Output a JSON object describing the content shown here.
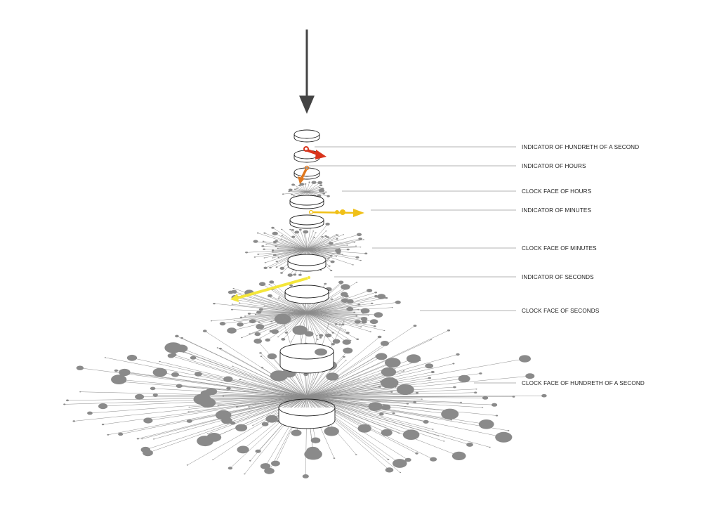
{
  "labels": {
    "indicator_hundredth": "INDICATOR OF HUNDRETH OF A SECOND",
    "indicator_hours": "INDICATOR OF HOURS",
    "clock_face_hours": "CLOCK FACE OF HOURS",
    "indicator_minutes": "INDICATOR OF MINUTES",
    "clock_face_minutes": "CLOCK FACE OF MINUTES",
    "indicator_seconds": "INDICATOR OF SECONDS",
    "clock_face_seconds": "CLOCK FACE OF SECONDS",
    "clock_face_hundredth": "CLOCK FACE OF HUNDRETH OF A SECOND"
  },
  "colors": {
    "arrow": "#444444",
    "leader_line": "#9a9a9a",
    "spoke": "#8c8c8c",
    "dot": "#8a8a8a",
    "hundredth_hand": "#d9341c",
    "hour_hand": "#e0781e",
    "minute_hand": "#f0c018",
    "second_hand": "#f4e63a"
  }
}
